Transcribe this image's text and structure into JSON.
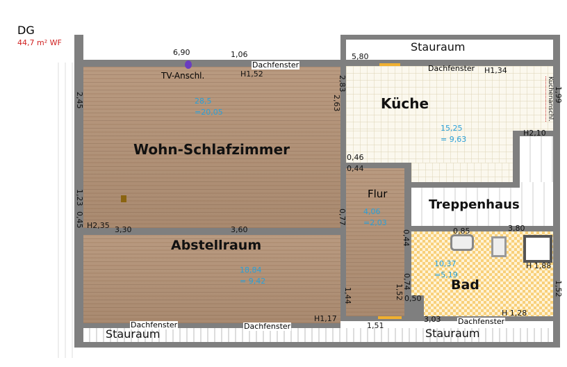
{
  "header": {
    "level": "DG",
    "area": "44,7 m² WF"
  },
  "colors": {
    "wall": "#7f7f7f",
    "area_text": "#2aa0d8",
    "heading_area": "#d02020",
    "tv_socket": "#6a3cc0"
  },
  "rooms": {
    "wohn": {
      "name": "Wohn-Schlafzimmer",
      "area": "28,5",
      "net": "=20,05"
    },
    "kueche": {
      "name": "Küche",
      "area": "15,25",
      "net": "= 9,63"
    },
    "treppenhaus": {
      "name": "Treppenhaus"
    },
    "flur": {
      "name": "Flur",
      "area": "4,06",
      "net": "=2,03"
    },
    "abstell": {
      "name": "Abstellraum",
      "area": "18,84",
      "net": "= 9,42"
    },
    "bad": {
      "name": "Bad",
      "area": "10,37",
      "net": "=5,19"
    }
  },
  "storage": [
    "Stauraum",
    "Stauraum",
    "Stauraum"
  ],
  "labels": {
    "tv": "TV-Anschl.",
    "kitchen_conn": "Küchenanschl.",
    "window": "Dachfenster"
  },
  "dims": [
    "6,90",
    "1,06",
    "H1,52",
    "2,45",
    "2,83",
    "2,63",
    "5,80",
    "H1,34",
    "1,99",
    "H2,10",
    "0,46",
    "0,44",
    "1,23",
    "0,45",
    "H2,35",
    "3,30",
    "3,60",
    "0,77",
    "0,44",
    "0,85",
    "3,80",
    "H 1,88",
    "1,52",
    "0,74",
    "1,52",
    "0,50",
    "1,44",
    "H1,17",
    "H 1,28",
    "3,03",
    "1,51"
  ]
}
